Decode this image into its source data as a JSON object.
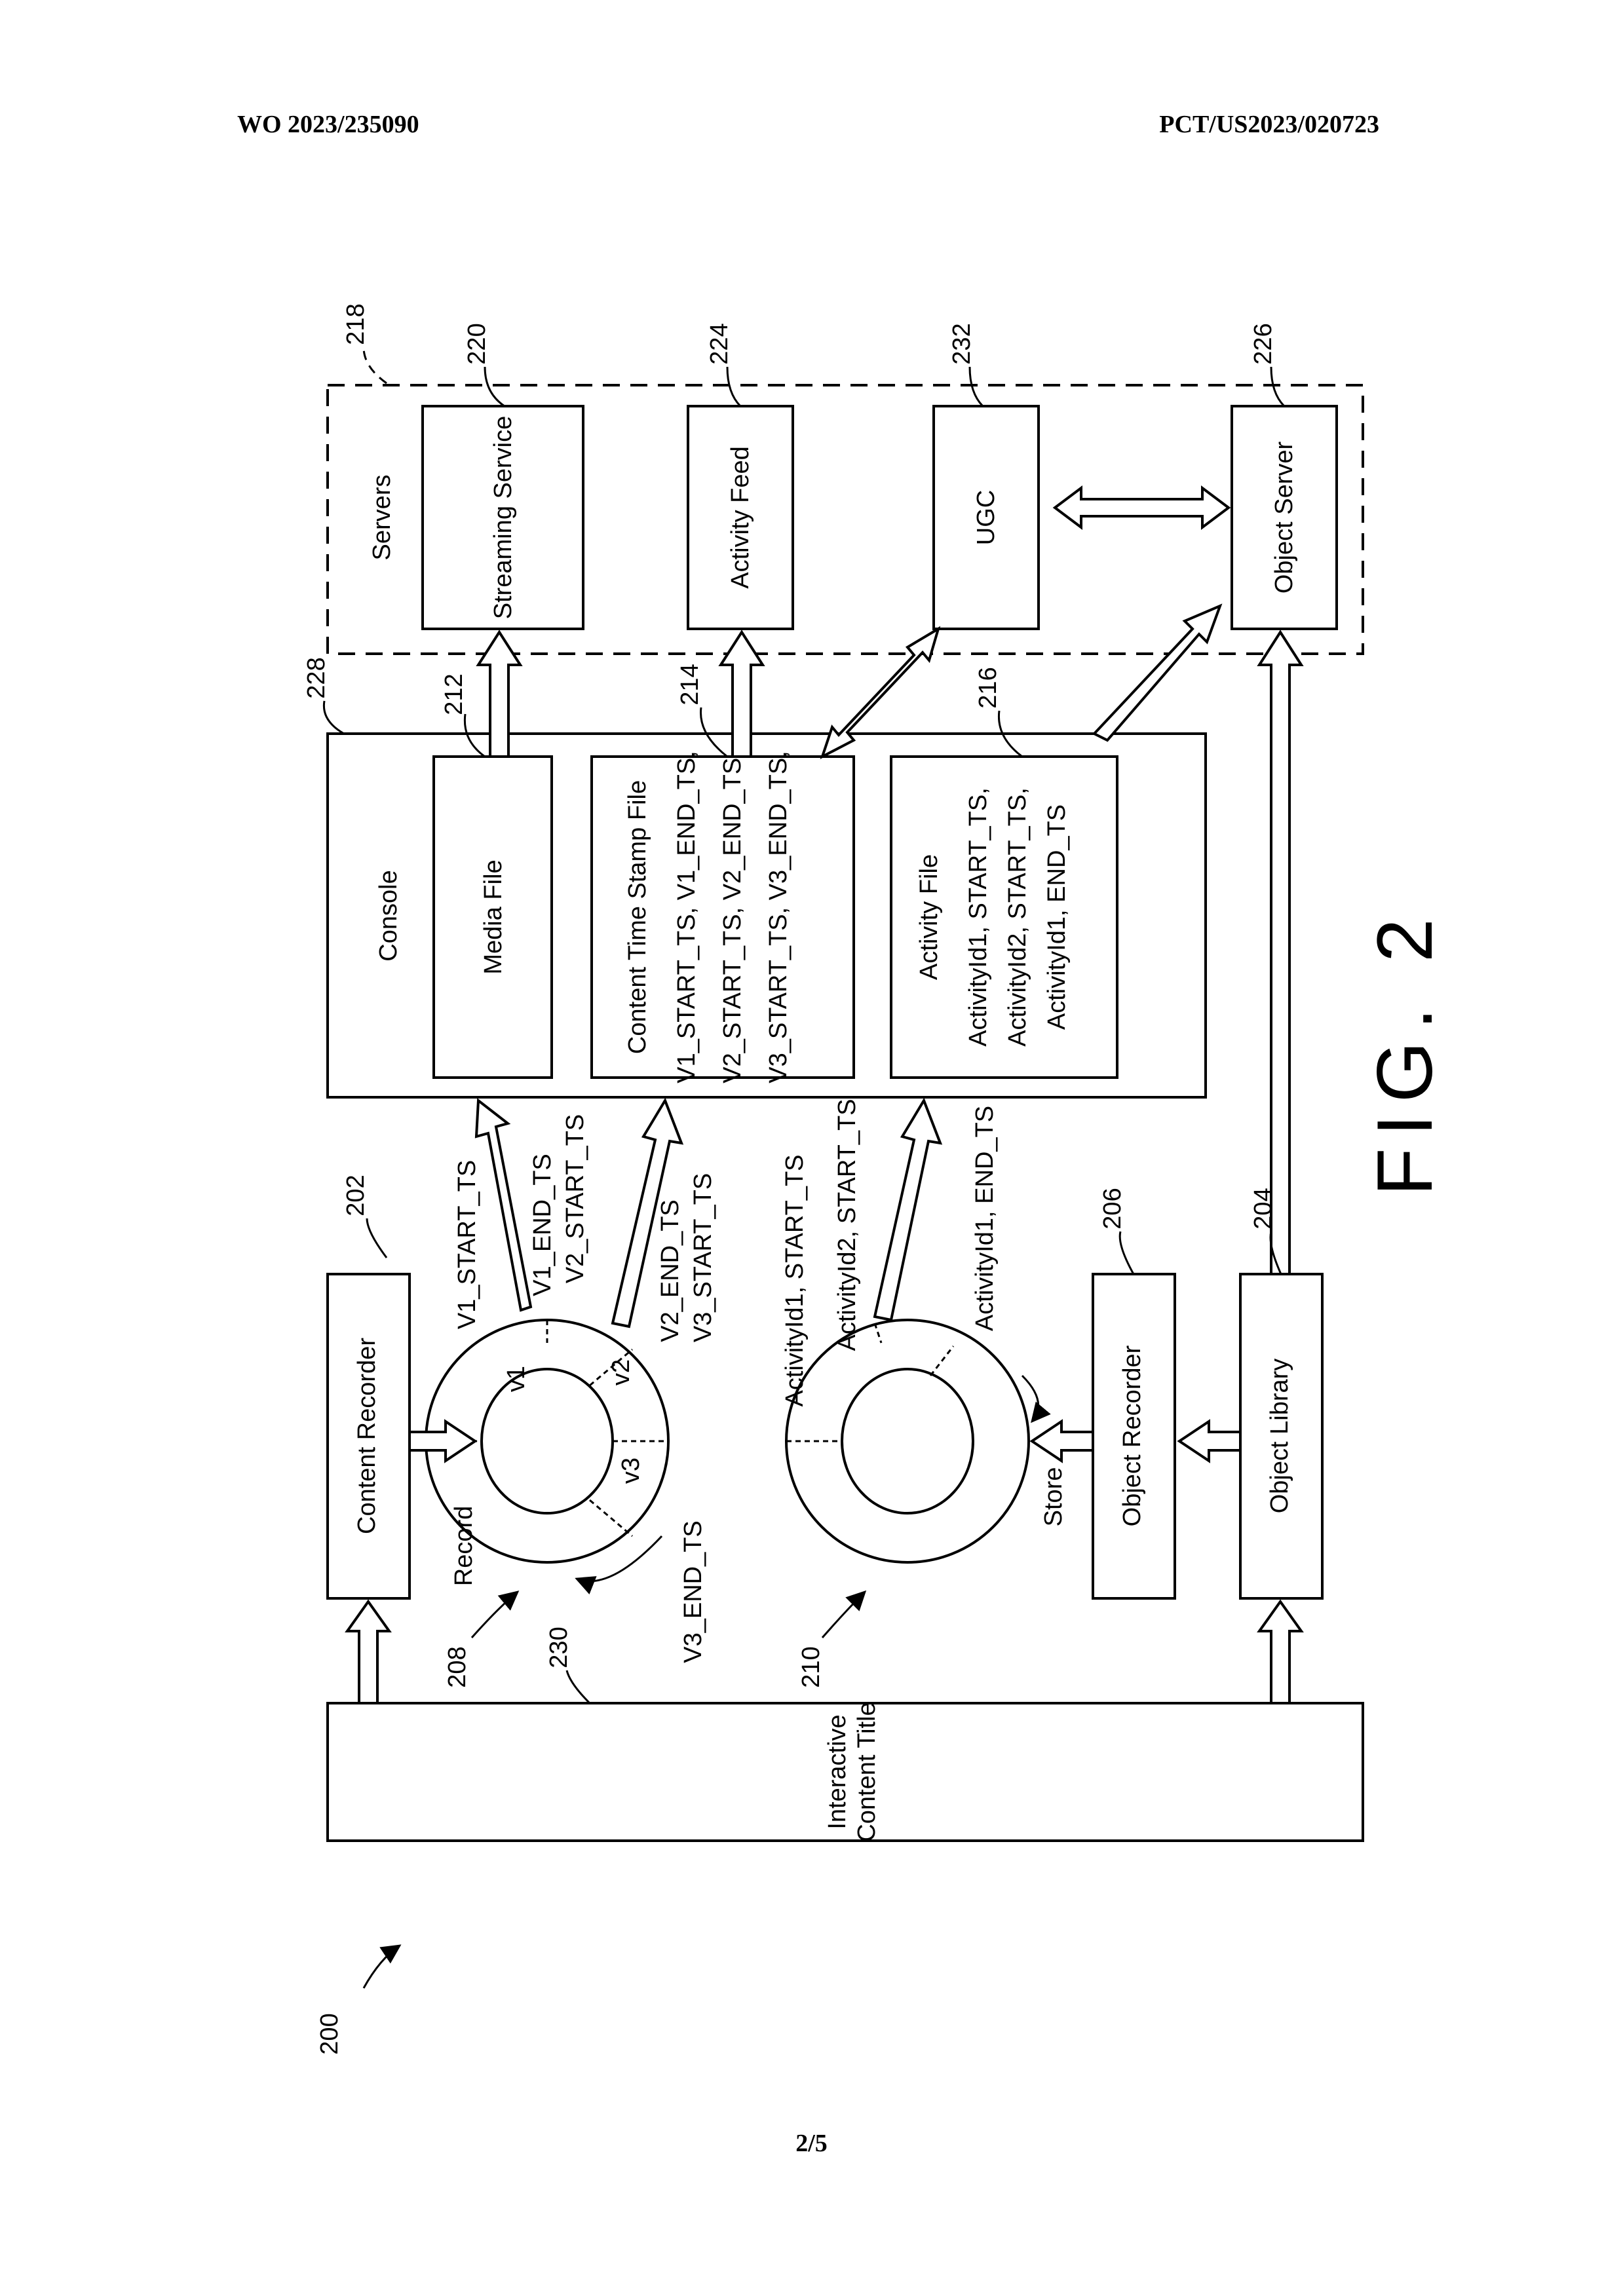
{
  "header": {
    "publication_number": "WO 2023/235090",
    "application_number": "PCT/US2023/020723"
  },
  "page_number": "2/5",
  "figure_label": "FIG. 2",
  "refs": {
    "system": "200",
    "content_recorder": "202",
    "object_library": "204",
    "object_recorder": "206",
    "buffer_record": "208",
    "buffer_store": "210",
    "media_file": "212",
    "content_time_stamp_file": "214",
    "activity_file": "216",
    "servers": "218",
    "streaming_service": "220",
    "activity_feed": "224",
    "object_server": "226",
    "console": "228",
    "interactive_content_title": "230",
    "ugc": "232"
  },
  "blocks": {
    "interactive_content_title_line1": "Interactive",
    "interactive_content_title_line2": "Content Title",
    "content_recorder": "Content Recorder",
    "object_recorder": "Object Recorder",
    "object_library": "Object Library",
    "console": "Console",
    "media_file": "Media File",
    "content_time_stamp_file": "Content Time Stamp File",
    "ts_line1": "V1_START_TS, V1_END_TS,",
    "ts_line2": "V2_START_TS, V2_END_TS,",
    "ts_line3": "V3_START_TS, V3_END_TS,",
    "activity_file": "Activity File",
    "af_line1": "ActivityId1, START_TS,",
    "af_line2": "ActivityId2, START_TS,",
    "af_line3": "ActivityId1, END_TS",
    "servers": "Servers",
    "streaming_service": "Streaming Service",
    "activity_feed": "Activity Feed",
    "ugc": "UGC",
    "object_server": "Object Server"
  },
  "ring_labels": {
    "record": "Record",
    "store": "Store",
    "seg_v1": "v1",
    "seg_v2": "v2",
    "seg_v3": "v3",
    "v1_start": "V1_START_TS",
    "v1_end": "V1_END_TS",
    "v2_start": "V2_START_TS",
    "v2_end": "V2_END_TS",
    "v3_start": "V3_START_TS",
    "v3_end": "V3_END_TS",
    "act1_start": "ActivityId1, START_TS",
    "act2_start": "ActivityId2, START_TS",
    "act1_end": "ActivityId1, END_TS"
  }
}
